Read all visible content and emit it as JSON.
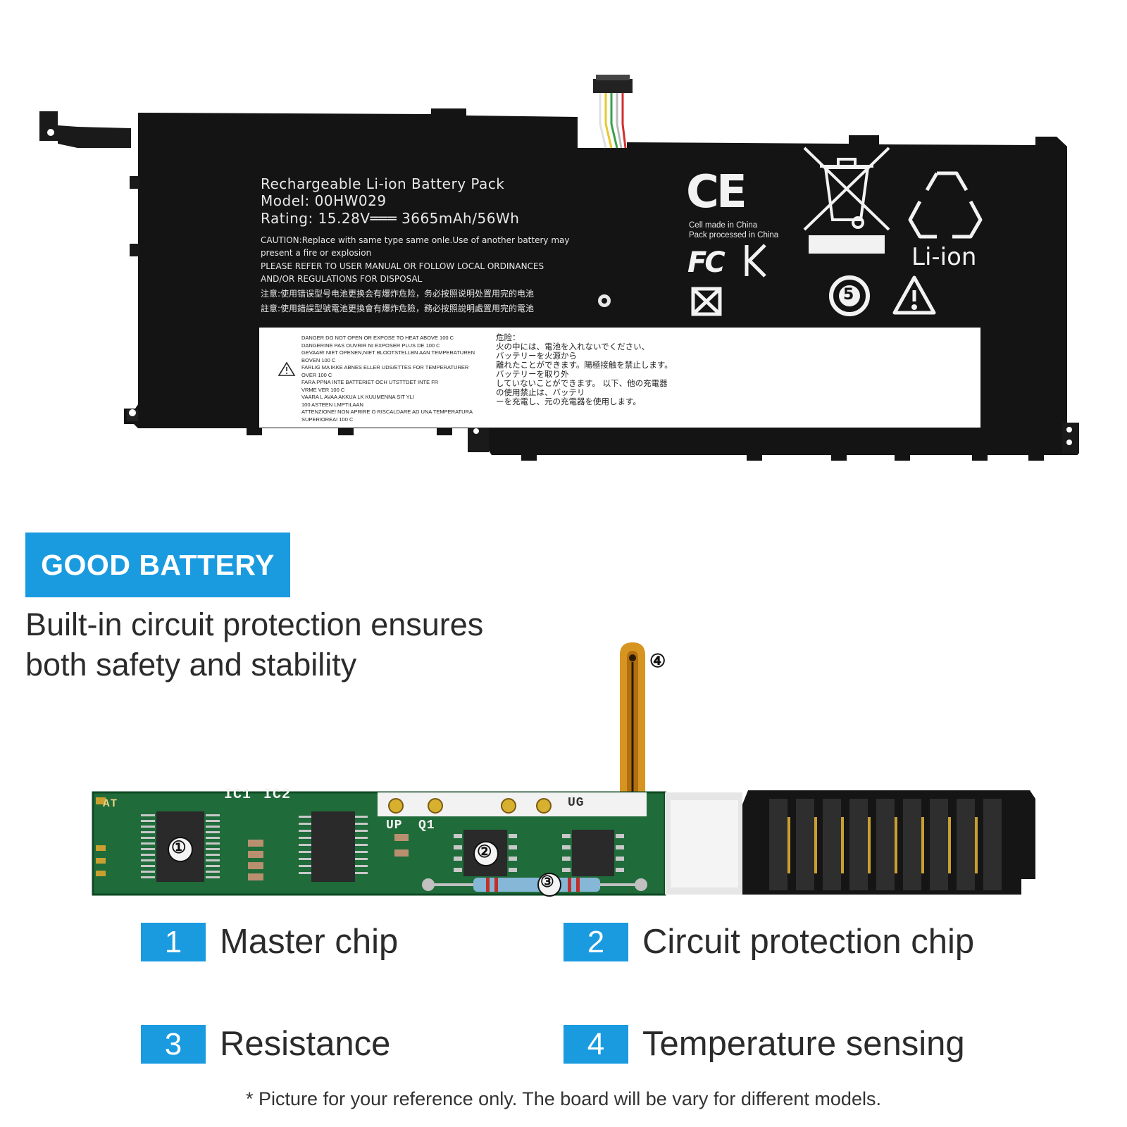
{
  "battery": {
    "title": "Rechargeable Li-ion Battery Pack",
    "model": "Model: 00HW029",
    "rating": "Rating: 15.28V═══ 3665mAh/56Wh",
    "caution_1": "CAUTION:Replace with same type same onle.Use of another battery may",
    "caution_2": "present a fire or explosion",
    "caution_3": "PLEASE REFER TO USER MANUAL OR FOLLOW LOCAL ORDINANCES",
    "caution_4": "AND/OR REGULATIONS FOR DISPOSAL",
    "caution_cn_1": "注意:使用错误型号电池更换会有爆炸危险，务必按照说明处置用完的电池",
    "caution_cn_2": "註意:使用錯誤型號電池更換會有爆炸危險，務必按照說明處置用完的電池",
    "cert": {
      "ce": "CE",
      "made_1": "Cell made in China",
      "made_2": "Pack processed in China",
      "fc": "FC",
      "liion": "Li-ion",
      "recycle_num": "5"
    },
    "warning_en": [
      "DANGER DO NOT OPEN OR EXPOSE TO HEAT ABOVE 100 C",
      "DANGERINE PAS OUVRIR NI EXPOSER  PLUS DE 100 C",
      "GEVAAR! NIET OPENEN,NIET BLOOTSTELLBN  AAN TEMPERATUREN",
      "BOVEN 100 C",
      "FARLIG MA IKKE ABNES ELLER UDS/ETTES FOR TEMPERATURER",
      "OVER 100 C",
      "FARA   PPNA  INTE  BATTERIET OCH UTSTTDET INTE  FR",
      "VRME VER 100 C",
      "VAARA   L  AVAA  AKKUA  LK  KUUMENNA  SIT YLI",
      "100 ASTEEN LMPTILAAN",
      "ATTENZIONE! NON APRIRE O RISCALDARE AD UNA TEMPERATURA",
      "SUPERIOREAI 100 C"
    ],
    "warning_jp": [
      "危险：",
      "火の中には、電池を入れないでください、",
      "バッテリーを火源から",
      "離れたことができます。陽極接触を禁止します。",
      "バッテリーを取り外",
      "していないことができます。 以下、他の充電器",
      "の使用禁止は、バッテリ",
      "ーを充電し、元の充電器を使用します。"
    ]
  },
  "promo": {
    "badge": "GOOD BATTERY",
    "tagline_1": "Built-in circuit protection ensures",
    "tagline_2": "both safety and stability"
  },
  "pcb": {
    "labels": {
      "ic1": "IC1",
      "ic2": "IC2",
      "at": "AT",
      "up": "UP",
      "q1": "Q1",
      "ug": "UG"
    },
    "markers": [
      "①",
      "②",
      "③",
      "④"
    ]
  },
  "legend": [
    {
      "num": "1",
      "text": "Master chip"
    },
    {
      "num": "2",
      "text": "Circuit protection chip"
    },
    {
      "num": "3",
      "text": "Resistance"
    },
    {
      "num": "4",
      "text": "Temperature sensing"
    }
  ],
  "footnote": "* Picture for your reference only. The board will be vary for different models.",
  "colors": {
    "accent": "#1a9be0",
    "battery_body": "#141414",
    "pcb_green": "#1f6b3a"
  }
}
